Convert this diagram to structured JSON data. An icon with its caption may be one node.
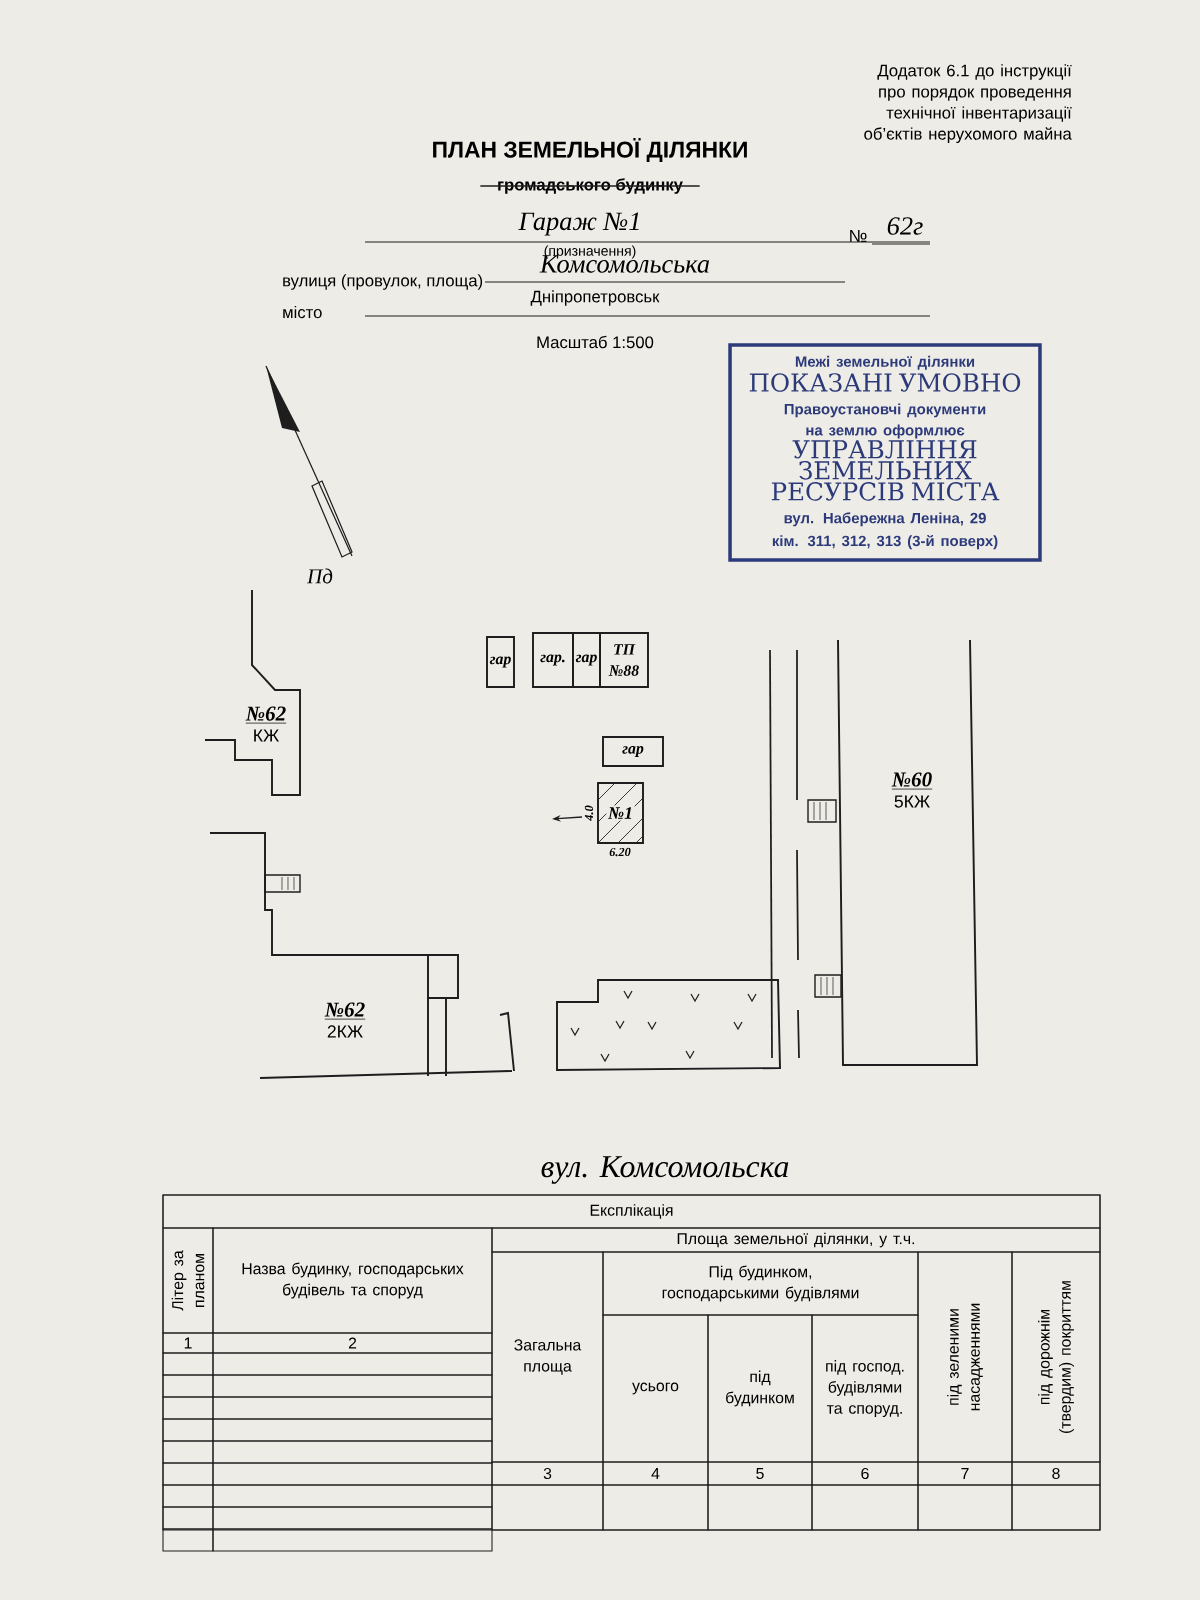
{
  "diagram": {
    "title": "ПЛАН ЗЕМЕЛЬНОЇ ДІЛЯНКИ",
    "nodes": [
      {
        "text": [
          "Межі земельної ділянки",
          "ПОКАЗАНІ УМОВНО",
          "Правоустановчі документи на землю оформлює",
          "УПРАВЛІННЯ ЗЕМЕЛЬНИХ РЕСУРСІВ МІСТА",
          "вул. Набережна Леніна, 29",
          "кім. 311, 312, 313 (3-й поверх)"
        ]
      },
      {
        "text": [
          "№62",
          "КЖ"
        ]
      },
      {
        "text": [
          "гар"
        ]
      },
      {
        "text": [
          "гар."
        ]
      },
      {
        "text": [
          "гар"
        ]
      },
      {
        "text": [
          "ТП №88"
        ]
      },
      {
        "text": [
          "гар"
        ]
      },
      {
        "text": [
          "№1"
        ],
        "beside": [
          "4.0",
          "6.20"
        ]
      },
      {
        "text": [
          "№60",
          "5КЖ"
        ]
      },
      {
        "text": [
          "№62",
          "2КЖ"
        ]
      }
    ],
    "labels": [
      "Додаток 6.1 до інструкції про порядок проведення технічної інвентаризації об’єктів нерухомого майна",
      "громадського будинку",
      "Гараж №1",
      "(призначення)",
      "вулиця (провулок, площа)",
      "Комсомольська",
      "№",
      "62г",
      "місто",
      "Дніпропетровськ",
      "Масштаб 1:500",
      "Пд",
      "вул. Комсомольска",
      "Експлікація",
      "Літер за планом",
      "Назва будинку, господарських будівель та споруд",
      "Площа земельної ділянки, у т.ч.",
      "Під будинком, господарськими будівлями",
      "Загальна площа",
      "усього",
      "під будинком",
      "під господ. будівлями та споруд.",
      "під зеленими насадженнями",
      "під дорожнім (твердим) покриттям",
      "1",
      "2",
      "3",
      "4",
      "5",
      "6",
      "7",
      "8"
    ]
  }
}
